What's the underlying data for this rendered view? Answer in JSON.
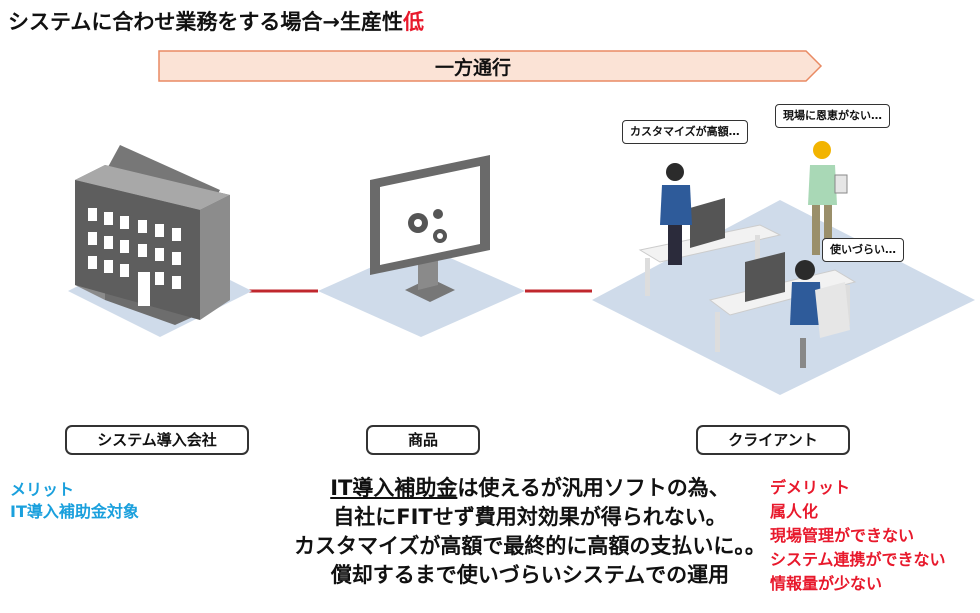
{
  "title": {
    "main": "システムに合わせ業務をする場合→生産性",
    "highlight": "低"
  },
  "arrow_label": "一方通行",
  "nodes": [
    {
      "label": "システム導入会社"
    },
    {
      "label": "商品"
    },
    {
      "label": "クライアント"
    }
  ],
  "speech_bubbles": [
    "カスタマイズが高額…",
    "現場に恩恵がない…",
    "使いづらい…"
  ],
  "merit": [
    "メリット",
    "IT導入補助金対象"
  ],
  "center_text": {
    "underlined": "IT導入補助金",
    "line1_rest": "は使えるが汎用ソフトの為、",
    "line2": "自社にFITせず費用対効果が得られない。",
    "line3": "カスタマイズが高額で最終的に高額の支払いに。。",
    "line4": "償却するまで使いづらいシステムでの運用"
  },
  "demerit": [
    "デメリット",
    "属人化",
    "現場管理ができない",
    "システム連携ができない",
    "情報量が少ない"
  ],
  "colors": {
    "accent_red": "#e8192c",
    "accent_blue": "#1aa0dd",
    "arrow_fill": "#fbe3d6",
    "arrow_stroke": "#e98a63",
    "platform": "#cfdbea",
    "connector": "#c0272d"
  }
}
